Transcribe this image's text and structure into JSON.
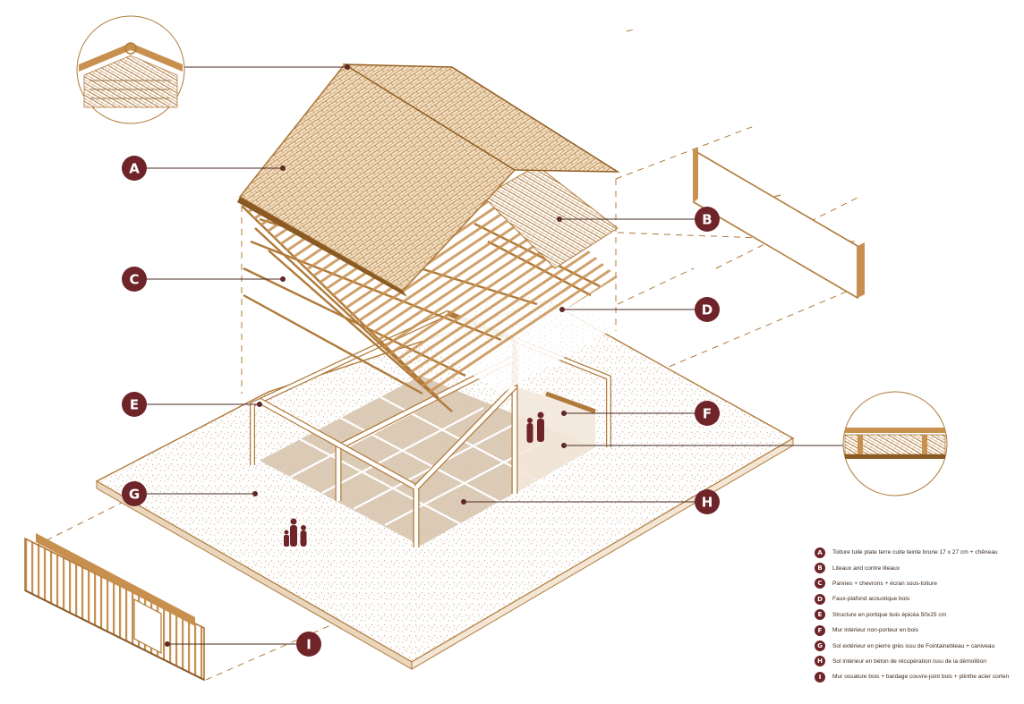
{
  "colors": {
    "wood": "#b07a3a",
    "wood_dark": "#8a5a25",
    "tile": "#c8904f",
    "marker": "#6e2428",
    "floor_dots": "#c9a882",
    "indoor_floor": "#d6c2aa",
    "leader": "#4a2a22"
  },
  "markers": [
    {
      "letter": "A"
    },
    {
      "letter": "B"
    },
    {
      "letter": "C"
    },
    {
      "letter": "D"
    },
    {
      "letter": "E"
    },
    {
      "letter": "F"
    },
    {
      "letter": "G"
    },
    {
      "letter": "H"
    },
    {
      "letter": "I"
    }
  ],
  "legend": [
    {
      "letter": "A",
      "text": "Toiture tuile plate terre cuite teinte brune 17 x 27 cm + chêneau"
    },
    {
      "letter": "B",
      "text": "Liteaux and contre liteaux"
    },
    {
      "letter": "C",
      "text": "Pannes + chevrons + écran sous-toiture"
    },
    {
      "letter": "D",
      "text": "Faux-plafond acoustique bois"
    },
    {
      "letter": "E",
      "text": "Structure en portique bois épicéa 50x25 cm"
    },
    {
      "letter": "F",
      "text": "Mur intérieur non-porteur en bois"
    },
    {
      "letter": "G",
      "text": "Sol extérieur en pierre grès issu de Fointainebleau + caniveau"
    },
    {
      "letter": "H",
      "text": "Sol intérieur en béton de récupération issu de la démolition"
    },
    {
      "letter": "I",
      "text": "Mur ossature bois + bardage couvre-joint bois + plinthe acier corten"
    }
  ]
}
